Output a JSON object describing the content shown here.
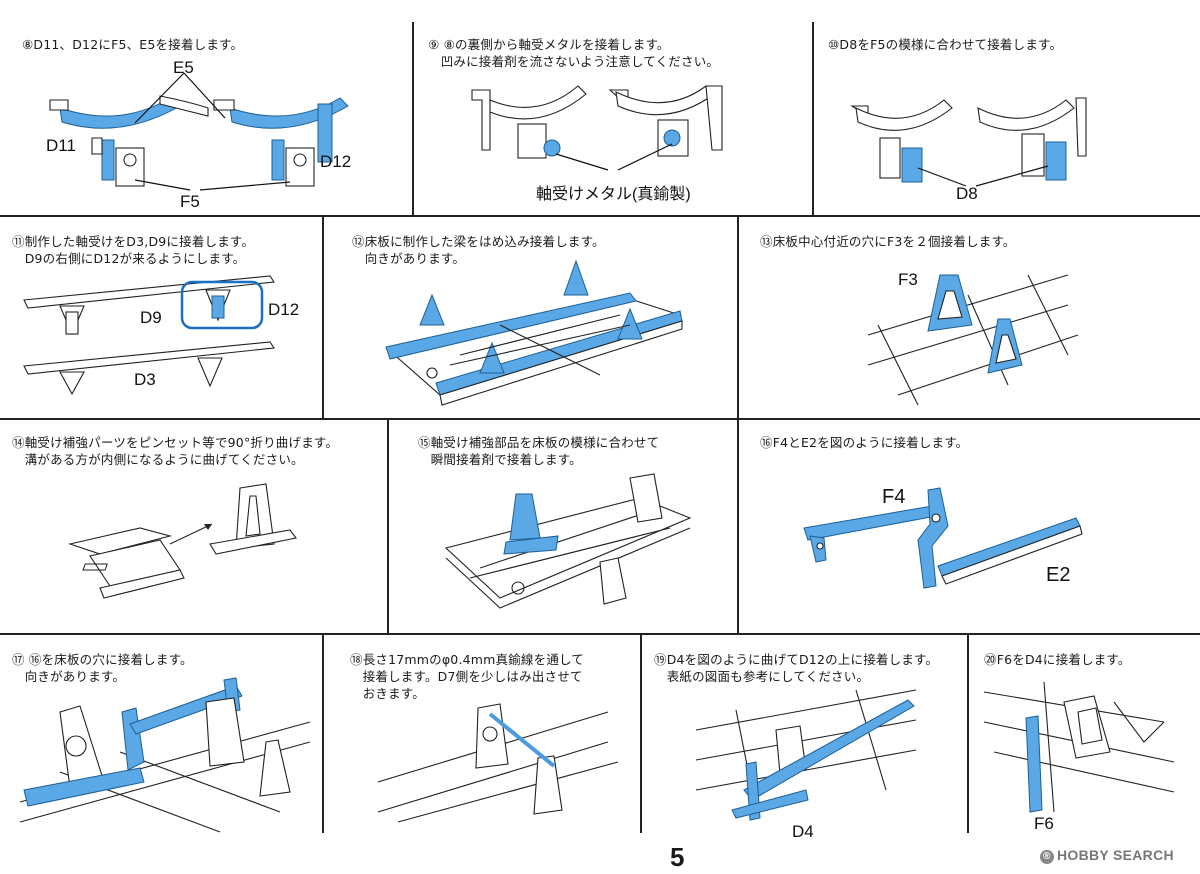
{
  "steps": [
    {
      "caption": "⑧D11、D12にF5、E5を接着します。",
      "labels": [
        "E5",
        "D11",
        "D12",
        "F5"
      ]
    },
    {
      "caption": "⑨ ⑧の裏側から軸受メタルを接着します。\n　凹みに接着剤を流さないよう注意してください。",
      "labels": [
        "軸受けメタル(真鍮製)"
      ]
    },
    {
      "caption": "⑩D8をF5の模様に合わせて接着します。",
      "labels": [
        "D8"
      ]
    },
    {
      "caption": "⑪制作した軸受けをD3,D9に接着します。\n　D9の右側にD12が来るようにします。",
      "labels": [
        "D9",
        "D12",
        "D3"
      ]
    },
    {
      "caption": "⑫床板に制作した梁をはめ込み接着します。\n　向きがあります。",
      "labels": []
    },
    {
      "caption": "⑬床板中心付近の穴にF3を２個接着します。",
      "labels": [
        "F3"
      ]
    },
    {
      "caption": "⑭軸受け補強パーツをピンセット等で90°折り曲げます。\n　溝がある方が内側になるように曲げてください。",
      "labels": []
    },
    {
      "caption": "⑮軸受け補強部品を床板の模様に合わせて\n　瞬間接着剤で接着します。",
      "labels": []
    },
    {
      "caption": "⑯F4とE2を図のように接着します。",
      "labels": [
        "F4",
        "E2"
      ]
    },
    {
      "caption": "⑰ ⑯を床板の穴に接着します。\n　向きがあります。",
      "labels": []
    },
    {
      "caption": "⑱長さ17mmのφ0.4mm真鍮線を通して\n　接着します。D7側を少しはみ出させて\n　おきます。",
      "labels": []
    },
    {
      "caption": "⑲D4を図のように曲げてD12の上に接着します。\n　表紙の図面も参考にしてください。",
      "labels": [
        "D4"
      ]
    },
    {
      "caption": "⑳F6をD4に接着します。",
      "labels": [
        "F6"
      ]
    }
  ],
  "page_number": "5",
  "watermark": "HOBBY SEARCH",
  "watermark_badge": "®",
  "colors": {
    "part_blue": "#5aa8e6",
    "line": "#222222"
  }
}
